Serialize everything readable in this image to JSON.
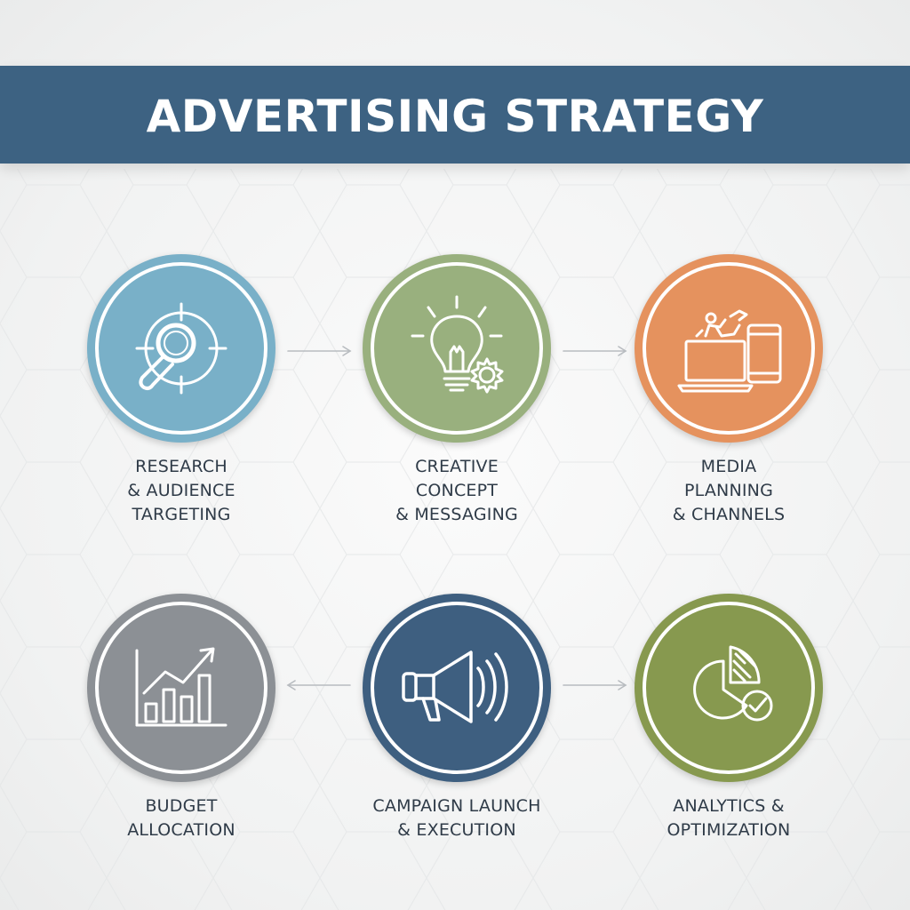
{
  "title": "ADVERTISING STRATEGY",
  "colors": {
    "title_band": "#3d6282",
    "research": "#79b0c8",
    "creative": "#99b07e",
    "media": "#e5925e",
    "budget": "#8c9095",
    "campaign": "#3e5f80",
    "analytics": "#87994f",
    "label_text": "#2f3b48",
    "arrow": "#b8bcc0"
  },
  "steps": [
    {
      "id": "research",
      "icon": "magnifier-target-icon",
      "lines": [
        "RESEARCH",
        "& AUDIENCE",
        "TARGETING"
      ]
    },
    {
      "id": "creative",
      "icon": "lightbulb-gear-icon",
      "lines": [
        "CREATIVE",
        "CONCEPT",
        "& MESSAGING"
      ]
    },
    {
      "id": "media",
      "icon": "devices-icon",
      "lines": [
        "MEDIA",
        "PLANNING",
        "& CHANNELS"
      ]
    },
    {
      "id": "budget",
      "icon": "bar-chart-icon",
      "lines": [
        "BUDGET",
        "ALLOCATION"
      ]
    },
    {
      "id": "campaign",
      "icon": "megaphone-icon",
      "lines": [
        "CAMPAIGN LAUNCH",
        "& EXECUTION"
      ]
    },
    {
      "id": "analytics",
      "icon": "pie-chart-check-icon",
      "lines": [
        "ANALYTICS &",
        "OPTIMIZATION"
      ]
    }
  ]
}
